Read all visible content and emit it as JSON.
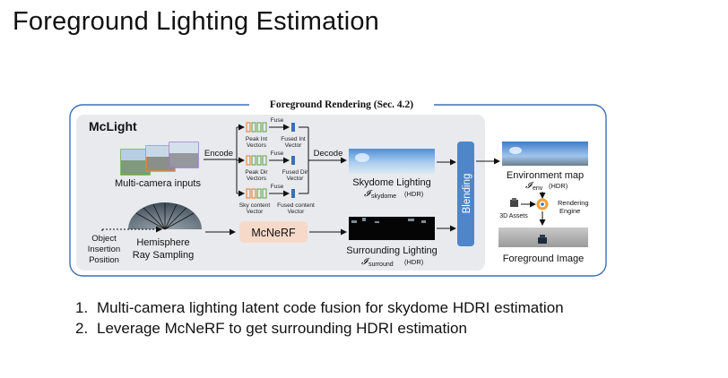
{
  "slide": {
    "title": "Foreground Lighting Estimation"
  },
  "diagram": {
    "frame_title": "Foreground Rendering (Sec. 4.2)",
    "panel_title": "McLight",
    "multi_camera_label": "Multi-camera inputs",
    "encode_label": "Encode",
    "decode_label": "Decode",
    "fuse_label": "Fuse",
    "vectors": [
      {
        "left_line1": "Peak Int",
        "left_line2": "Vectors",
        "right_line1": "Fused Int",
        "right_line2": "Vector"
      },
      {
        "left_line1": "Peak Dir",
        "left_line2": "Vectors",
        "right_line1": "Fused Dir",
        "right_line2": "Vector"
      },
      {
        "left_line1": "Sky content",
        "left_line2": "Vector",
        "right_line1": "Fused content",
        "right_line2": "Vector"
      }
    ],
    "skydome_label": "Skydome Lighting",
    "skydome_symbol": "𝓘",
    "skydome_subscript": "skydome",
    "hdr_label": "(HDR)",
    "object_insertion_lines": [
      "Object",
      "Insertion",
      "Position"
    ],
    "hemisphere_lines": [
      "Hemisphere",
      "Ray Sampling"
    ],
    "mcnerf_label": "McNeRF",
    "surrounding_label": "Surrounding Lighting",
    "surrounding_symbol": "𝓘",
    "surrounding_subscript": "surround",
    "blending_label": "Blending",
    "env_map_label": "Environment map",
    "env_symbol": "𝓘",
    "env_subscript": "env",
    "assets_label": "3D Assets",
    "rendering_engine_lines": [
      "Rendering",
      "Engine"
    ],
    "foreground_image_label": "Foreground Image",
    "colors": {
      "frame_border": "#3b6fb6",
      "panel_bg": "#e8eaee",
      "blending_fill": "#4f86c9",
      "mcnerf_fill": "#f7d9c9",
      "vector_orange": "#e8833a",
      "vector_green": "#6aa84f",
      "vector_blue": "#3d6fb0"
    }
  },
  "bullets": [
    {
      "number": "1.",
      "text": "Multi-camera lighting latent code fusion for skydome HDRI estimation"
    },
    {
      "number": "2.",
      "text": "Leverage McNeRF to get surrounding HDRI estimation"
    }
  ]
}
